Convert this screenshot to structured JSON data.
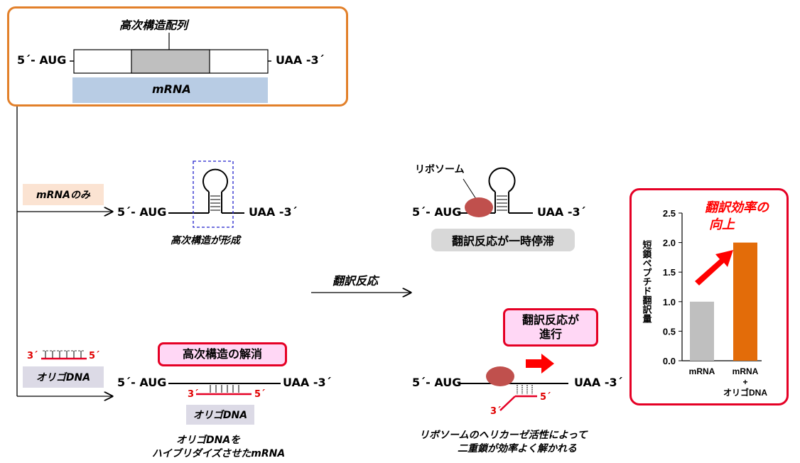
{
  "top": {
    "structure_label": "高次構造配列",
    "five_prime": "5´- AUG",
    "three_prime": "UAA -3´",
    "mrna_label": "mRNA"
  },
  "path_mrna_only": {
    "tag": "mRNAのみ",
    "five_prime": "5´- AUG",
    "three_prime": "UAA -3´",
    "caption": "高次構造が形成"
  },
  "path_oligo": {
    "tag": "オリゴDNA",
    "oligo_3": "3´",
    "oligo_5": "5´",
    "banner": "高次構造の解消",
    "five_prime": "5´- AUG",
    "three_prime": "UAA -3´",
    "oligo_label": "オリゴDNA",
    "caption_line1": "オリゴDNAを",
    "caption_line2": "ハイブリダイズさせたmRNA"
  },
  "translation_arrow_label": "翻訳反応",
  "stalled": {
    "ribosome_label": "リボソーム",
    "five_prime": "5´- AUG",
    "three_prime": "UAA -3´",
    "status": "翻訳反応が一時停滞"
  },
  "progress": {
    "banner_line1": "翻訳反応が",
    "banner_line2": "進行",
    "five_prime": "5´- AUG",
    "three_prime": "UAA -3´",
    "oligo_3": "3´",
    "oligo_5": "5´",
    "caption_line1": "リボソームのヘリカーゼ活性によって",
    "caption_line2": "二重鎖が効率よく解かれる"
  },
  "colors": {
    "orange_frame": "#e2802a",
    "mrna_bar": "#b8cce4",
    "red": "#e50025",
    "ribosome": "#c0504d",
    "bar_grey": "#bfbfbf",
    "bar_orange": "#e36c09"
  },
  "chart_data": {
    "type": "bar",
    "title": "翻訳効率の向上",
    "ylabel": "短鎖ペプチド翻訳量",
    "categories": [
      "mRNA",
      "mRNA + オリゴDNA"
    ],
    "category_lines": [
      [
        "mRNA"
      ],
      [
        "mRNA",
        "+",
        "オリゴDNA"
      ]
    ],
    "values": [
      1.0,
      2.0
    ],
    "bar_colors": [
      "#bfbfbf",
      "#e36c09"
    ],
    "ylim": [
      0,
      2.5
    ],
    "yticks": [
      "0.0",
      "0.5",
      "1.0",
      "1.5",
      "2.0",
      "2.5"
    ],
    "grid": false
  }
}
